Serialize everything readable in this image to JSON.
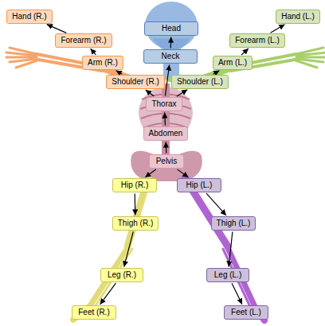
{
  "diagram": {
    "nodes": [
      {
        "text": [
          "Hand (R.)"
        ]
      },
      {
        "text": [
          "Hand (L.)"
        ]
      },
      {
        "text": [
          "Head"
        ]
      },
      {
        "text": [
          "Forearm (R.)"
        ]
      },
      {
        "text": [
          "Forearm (L.)"
        ]
      },
      {
        "text": [
          "Neck"
        ]
      },
      {
        "text": [
          "Arm (R.)"
        ]
      },
      {
        "text": [
          "Arm (L.)"
        ]
      },
      {
        "text": [
          "Shoulder (R.)"
        ]
      },
      {
        "text": [
          "Shoulder (L.)"
        ]
      },
      {
        "text": [
          "Thorax"
        ]
      },
      {
        "text": [
          "Abdomen"
        ]
      },
      {
        "text": [
          "Pelvis"
        ]
      },
      {
        "text": [
          "Hip (R.)"
        ]
      },
      {
        "text": [
          "Hip (L.)"
        ]
      },
      {
        "text": [
          "Thigh (R.)"
        ]
      },
      {
        "text": [
          "Thigh (L.)"
        ]
      },
      {
        "text": [
          "Leg (R.)"
        ]
      },
      {
        "text": [
          "Leg (L.)"
        ]
      },
      {
        "text": [
          "Feet (R.)"
        ]
      },
      {
        "text": [
          "Feet (L.)"
        ]
      }
    ],
    "edges": [
      {
        "from": 12,
        "to": 11,
        "arrow": "to"
      },
      {
        "from": 11,
        "to": 10,
        "arrow": "to"
      },
      {
        "from": 10,
        "to": 5,
        "arrow": "to"
      },
      {
        "from": 5,
        "to": 2,
        "arrow": "to"
      },
      {
        "from": 10,
        "to": 8,
        "arrow": "to"
      },
      {
        "from": 10,
        "to": 9,
        "arrow": "to"
      },
      {
        "from": 8,
        "to": 6,
        "arrow": "to"
      },
      {
        "from": 6,
        "to": 3,
        "arrow": "to"
      },
      {
        "from": 3,
        "to": 0,
        "arrow": "to"
      },
      {
        "from": 9,
        "to": 7,
        "arrow": "to"
      },
      {
        "from": 7,
        "to": 4,
        "arrow": "to"
      },
      {
        "from": 4,
        "to": 1,
        "arrow": "to"
      },
      {
        "from": 12,
        "to": 13,
        "arrow": "to"
      },
      {
        "from": 12,
        "to": 14,
        "arrow": "to"
      },
      {
        "from": 13,
        "to": 15,
        "arrow": "to"
      },
      {
        "from": 15,
        "to": 17,
        "arrow": "to"
      },
      {
        "from": 17,
        "to": 19,
        "arrow": "to"
      },
      {
        "from": 14,
        "to": 16,
        "arrow": "to"
      },
      {
        "from": 16,
        "to": 18,
        "arrow": "to"
      },
      {
        "from": 18,
        "to": 20,
        "arrow": "to"
      }
    ]
  }
}
